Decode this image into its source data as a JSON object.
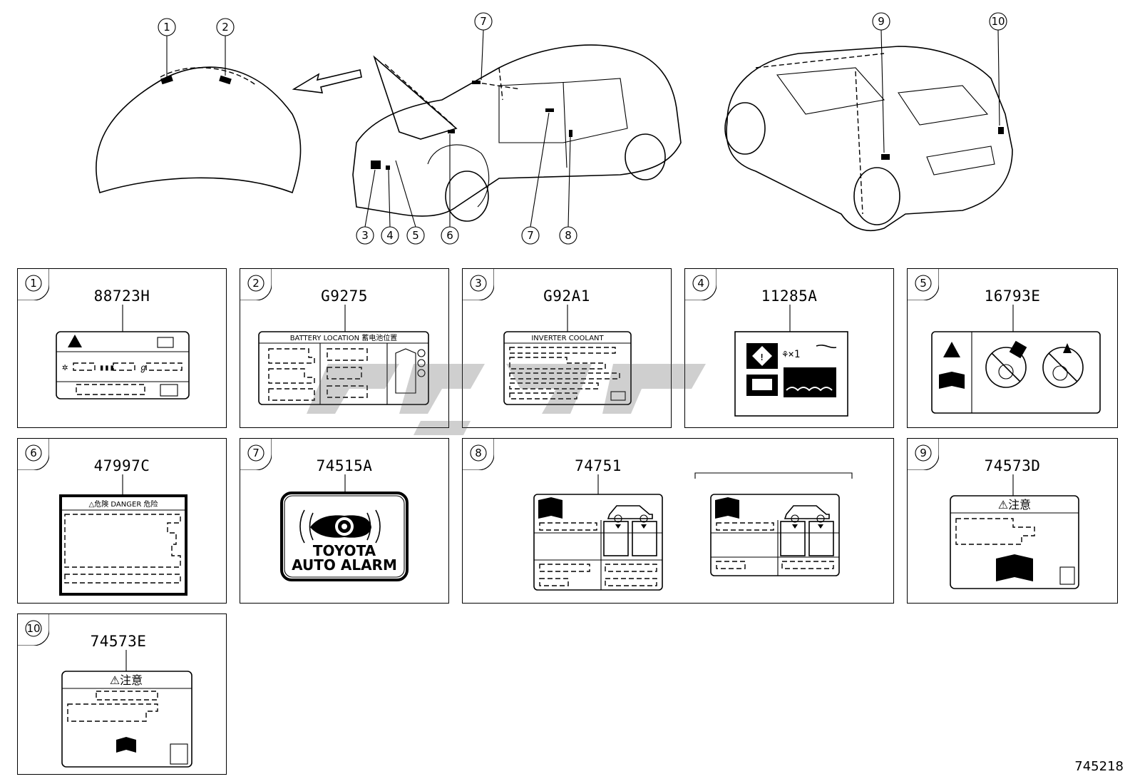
{
  "callouts": [
    "1",
    "2",
    "3",
    "4",
    "5",
    "6",
    "7",
    "8",
    "9",
    "10"
  ],
  "panels": [
    {
      "num": "1",
      "code": "88723H"
    },
    {
      "num": "2",
      "code": "G9275",
      "text": "BATTERY LOCATION 蓄电池位置"
    },
    {
      "num": "3",
      "code": "G92A1",
      "text": "INVERTER COOLANT"
    },
    {
      "num": "4",
      "code": "11285A"
    },
    {
      "num": "5",
      "code": "16793E"
    },
    {
      "num": "6",
      "code": "47997C",
      "text": "△危険 DANGER 危险"
    },
    {
      "num": "7",
      "code": "74515A",
      "text_line1": "TOYOTA",
      "text_line2": "AUTO ALARM"
    },
    {
      "num": "8",
      "code": "74751"
    },
    {
      "num": "9",
      "code": "74573D",
      "text": "⚠注意"
    },
    {
      "num": "10",
      "code": "74573E",
      "text": "⚠注意"
    }
  ],
  "reference": "745218"
}
